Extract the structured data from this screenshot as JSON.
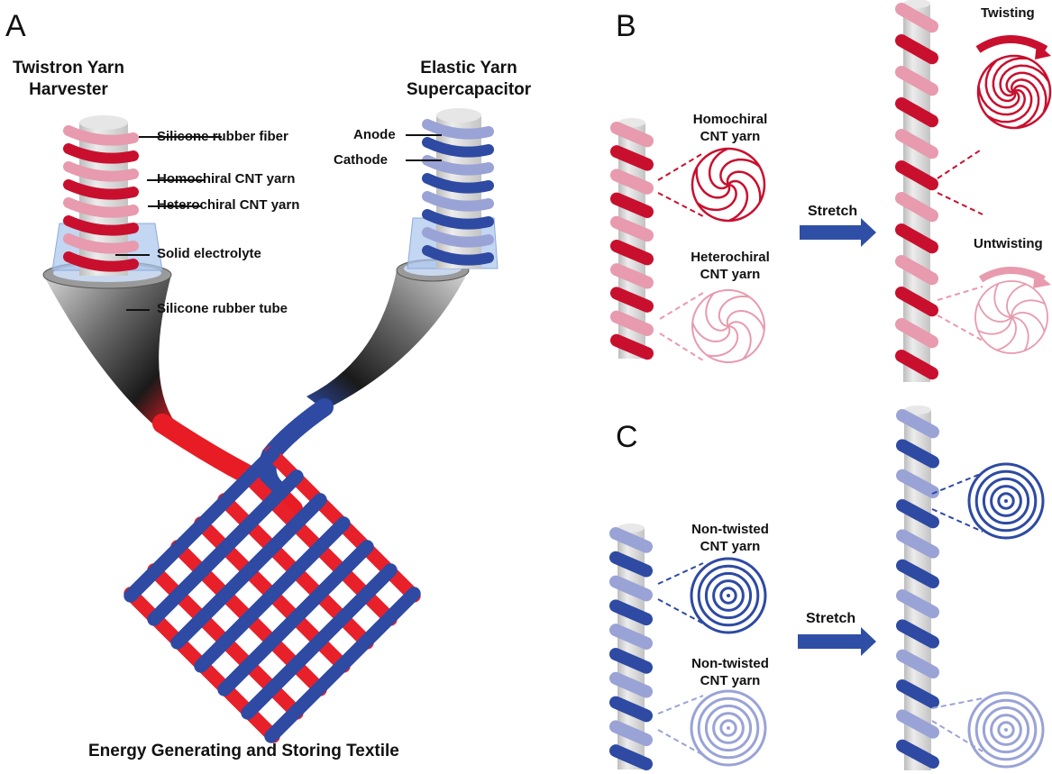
{
  "panels": {
    "a": {
      "letter": "A",
      "harvester_title_line1": "Twistron Yarn",
      "harvester_title_line2": "Harvester",
      "supercap_title_line1": "Elastic Yarn",
      "supercap_title_line2": "Supercapacitor",
      "harvester_labels": [
        "Silicone rubber fiber",
        "Homochiral CNT yarn",
        "Heterochiral CNT yarn",
        "Solid electrolyte",
        "Silicone rubber tube"
      ],
      "supercap_labels": [
        "Anode",
        "Cathode"
      ],
      "caption": "Energy Generating and Storing Textile"
    },
    "b": {
      "letter": "B",
      "homochiral_line1": "Homochiral",
      "homochiral_line2": "CNT yarn",
      "heterochiral_line1": "Heterochiral",
      "heterochiral_line2": "CNT yarn",
      "arrow_label": "Stretch",
      "twisting_label": "Twisting",
      "untwisting_label": "Untwisting"
    },
    "c": {
      "letter": "C",
      "nontwisted1_line1": "Non-twisted",
      "nontwisted1_line2": "CNT yarn",
      "nontwisted2_line1": "Non-twisted",
      "nontwisted2_line2": "CNT yarn",
      "arrow_label": "Stretch"
    }
  },
  "colors": {
    "red_dark": "#c8102e",
    "red_bright": "#e8202a",
    "pink": "#e89aae",
    "pink_light": "#f0b5c3",
    "blue_dark": "#2e4aa3",
    "blue_light": "#9aa3d6",
    "blue_arrow": "#2f4fa6",
    "core_gray": "#dcdcdc"
  }
}
